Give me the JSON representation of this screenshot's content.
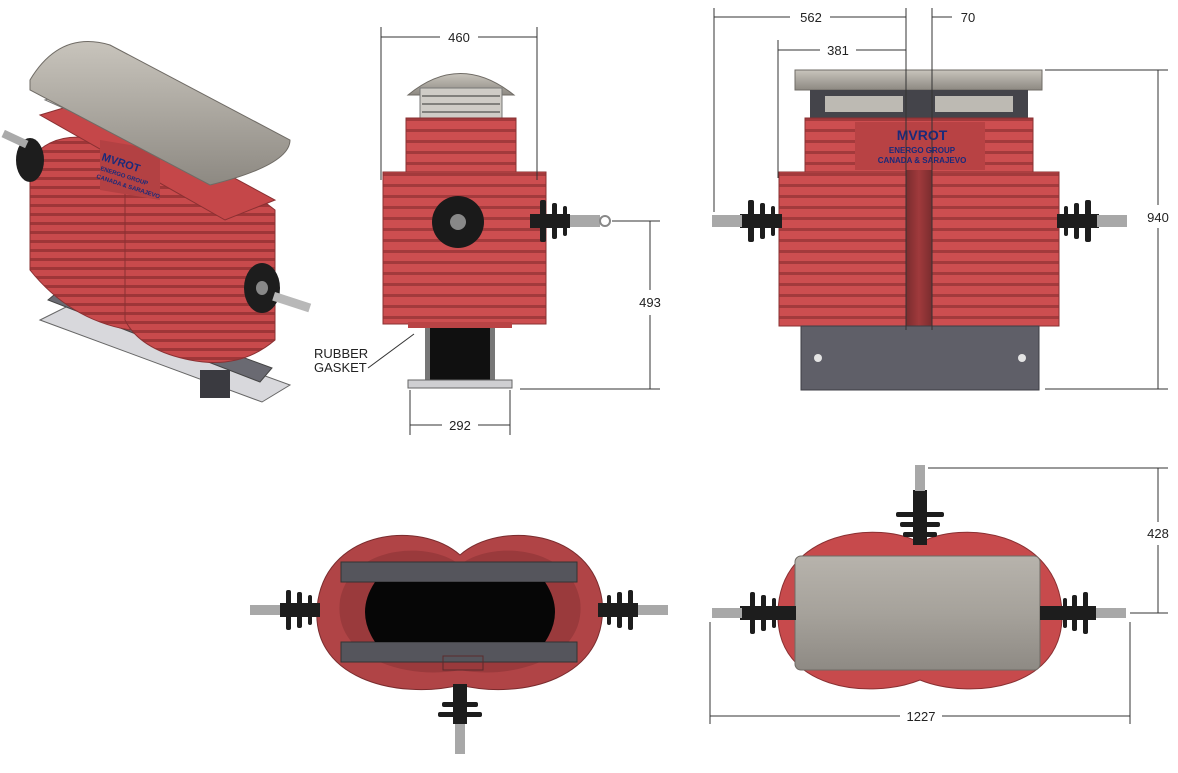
{
  "colors": {
    "body_red": "#c8484a",
    "body_red_dark": "#9c3a3a",
    "rib_shadow": "#a83c3e",
    "steel": "#5f5f68",
    "cover": "#aaa59c",
    "insulator": "#1d1d1d",
    "bolt": "#c0c0c0",
    "brand_text": "#1a2a7a"
  },
  "branding": {
    "name": "MVROT",
    "line1": "ENERGO GROUP",
    "line2": "CANADA & SARAJEVO"
  },
  "callouts": {
    "gasket_line1": "RUBBER",
    "gasket_line2": "GASKET"
  },
  "dimensions": {
    "side_width": "460",
    "side_height": "493",
    "side_base": "292",
    "front_width": "562",
    "front_half": "381",
    "front_offset": "70",
    "front_height": "940",
    "top_depth": "428",
    "top_length": "1227"
  }
}
